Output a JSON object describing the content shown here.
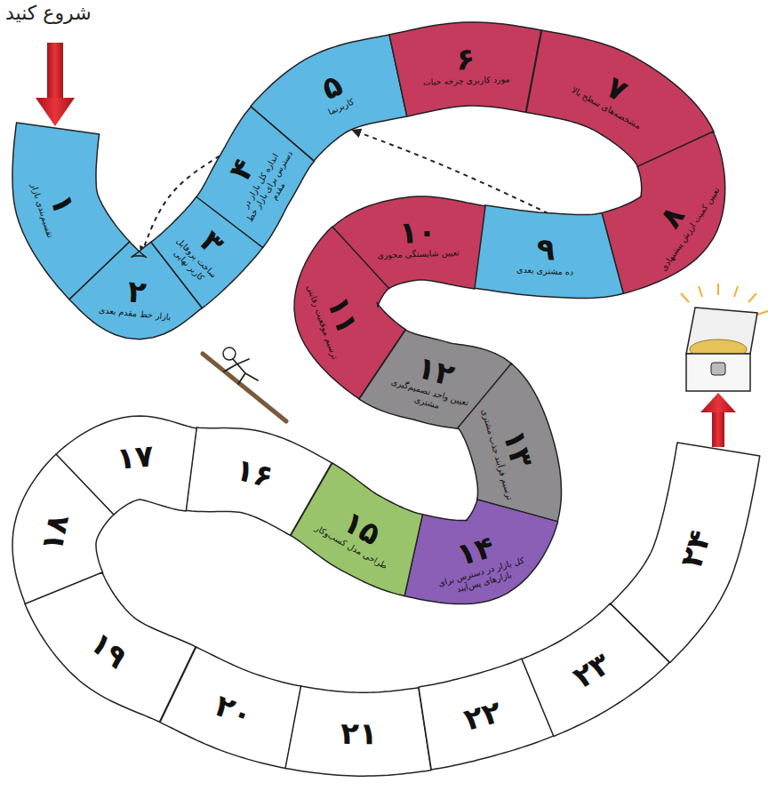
{
  "diagram": {
    "nodes": [
      {
        "text": [
          "۱",
          "تقسیم‌بندی بازار"
        ]
      },
      {
        "text": [
          "۲",
          "بازار خط مقدم بعدی"
        ]
      },
      {
        "text": [
          "۳",
          "ساخت پروفایل کاربر نهایی"
        ]
      },
      {
        "text": [
          "۴",
          "اندازه کل بازار در دسترس برای بازار خط مقدم"
        ]
      },
      {
        "text": [
          "۵",
          "کاربرنما"
        ]
      },
      {
        "text": [
          "۶",
          "مورد کاربری چرخه حیات"
        ]
      },
      {
        "text": [
          "۷",
          "مشخصه‌های سطح بالا"
        ]
      },
      {
        "text": [
          "۸",
          "تعیین کمیت ارزش پیشنهادی"
        ]
      },
      {
        "text": [
          "۹",
          "ده مشتری بعدی"
        ]
      },
      {
        "text": [
          "۱۰",
          "تعیین شایستگی محوری"
        ]
      },
      {
        "text": [
          "۱۱",
          "ترسیم موقعیت رقابتی"
        ]
      },
      {
        "text": [
          "۱۲",
          "تعیین واحد تصمیم‌گیری مشتری"
        ]
      },
      {
        "text": [
          "۱۳",
          "ترسیم فرآیند جذب مشتری"
        ]
      },
      {
        "text": [
          "۱۴",
          "کل بازار در دسترس برای بازارهای پس‌آیند"
        ]
      },
      {
        "text": [
          "۱۵",
          "طراحی مدل کسب‌وکار"
        ]
      },
      {
        "text": [
          "۱۶"
        ]
      },
      {
        "text": [
          "۱۷"
        ]
      },
      {
        "text": [
          "۱۸"
        ]
      },
      {
        "text": [
          "۱۹"
        ]
      },
      {
        "text": [
          "۲۰"
        ]
      },
      {
        "text": [
          "۲۱"
        ]
      },
      {
        "text": [
          "۲۲"
        ]
      },
      {
        "text": [
          "۲۳"
        ]
      },
      {
        "text": [
          "۲۴"
        ]
      }
    ],
    "edges": [
      {
        "from": 3,
        "to": 1,
        "arrow": "to"
      },
      {
        "from": 8,
        "to": 4,
        "arrow": "to"
      }
    ],
    "labels": [
      "شروع کنید"
    ]
  }
}
